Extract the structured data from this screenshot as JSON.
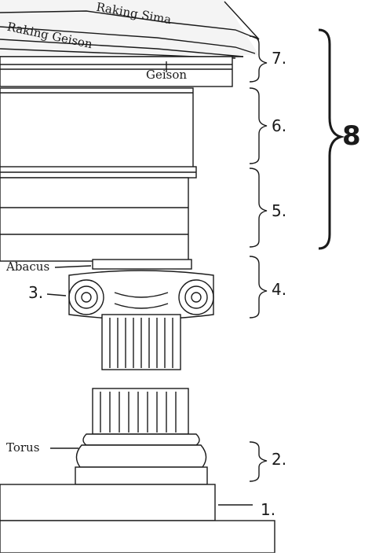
{
  "labels": {
    "raking_sima": "Raking Sima",
    "raking_geison": "Raking Geison",
    "geison": "Geison",
    "abacus": "Abacus",
    "torus": "Torus"
  },
  "numbers": {
    "n1": "1.",
    "n2": "2.",
    "n3": "3.",
    "n4": "4.",
    "n5": "5.",
    "n6": "6.",
    "n7": "7.",
    "n8": "8"
  },
  "colors": {
    "ink": "#1a1a1a",
    "paper": "#ffffff",
    "shade": "#e6e6e6"
  }
}
